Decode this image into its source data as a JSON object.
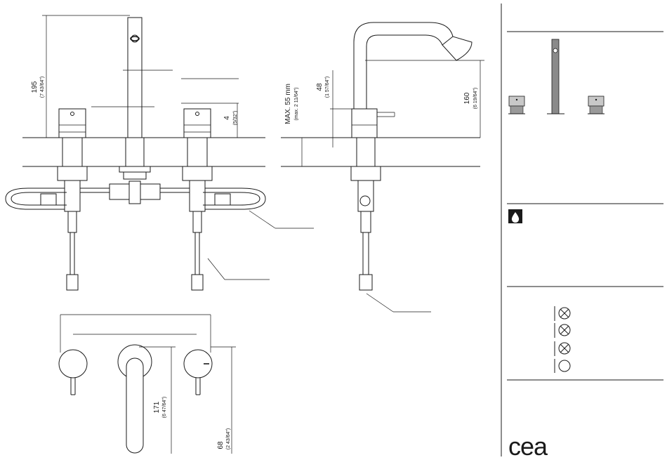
{
  "front_view": {
    "dim_height": {
      "value": "195",
      "imperial": "(7 43/64\")"
    },
    "dim_handle": {
      "value": "4",
      "imperial": "(5/32\")"
    }
  },
  "side_view": {
    "dim_max": {
      "value": "MAX. 55 mm",
      "imperial": "(max. 2 11/64\")"
    },
    "dim_lever": {
      "value": "48",
      "imperial": "(1 57/64\")"
    },
    "dim_reach": {
      "value": "160",
      "imperial": "(6 19/64\")"
    }
  },
  "plan_view": {
    "dim_spout": {
      "value": "171",
      "imperial": "(6 47/64\")"
    },
    "dim_offset": {
      "value": "68",
      "imperial": "(2 43/64\")"
    }
  },
  "sidebar": {
    "water_icon": "water-drop-icon",
    "flow_symbols": [
      "crossed-circle",
      "crossed-circle",
      "crossed-circle",
      "open-circle"
    ],
    "logo": "cea"
  }
}
